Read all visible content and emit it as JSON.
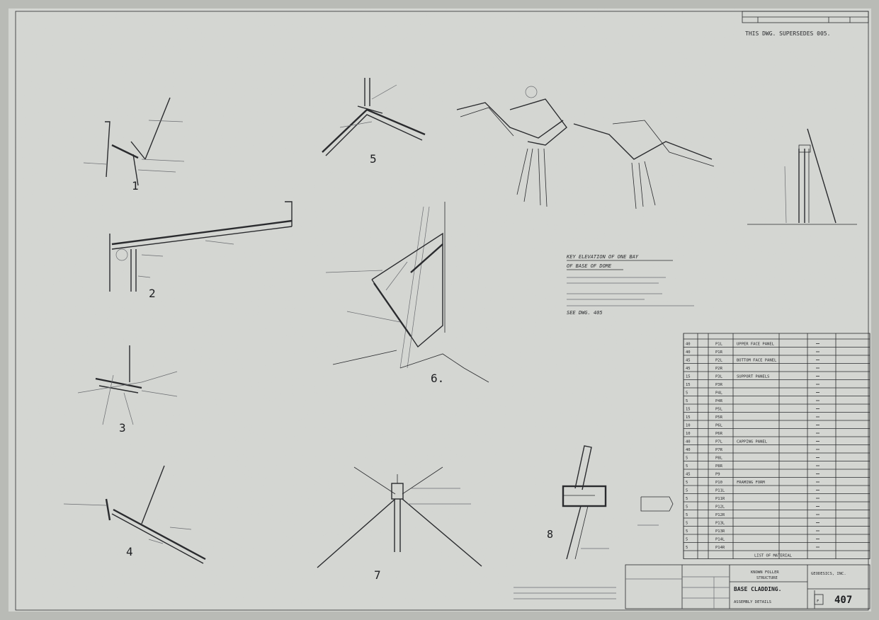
{
  "revision_note": "THIS DWG. SUPERSEDES 005.",
  "details": {
    "d1": "1",
    "d2": "2",
    "d3": "3",
    "d4": "4",
    "d5": "5",
    "d6": "6.",
    "d7": "7",
    "d8": "8"
  },
  "material_list": {
    "rows": [
      {
        "qty": "40",
        "mark": "P1L",
        "desc": "UPPER FACE PANEL"
      },
      {
        "qty": "40",
        "mark": "P1R",
        "desc": ""
      },
      {
        "qty": "45",
        "mark": "P2L",
        "desc": "BOTTOM FACE PANEL"
      },
      {
        "qty": "45",
        "mark": "P2R",
        "desc": ""
      },
      {
        "qty": "15",
        "mark": "P3L",
        "desc": "SUPPORT PANELS"
      },
      {
        "qty": "15",
        "mark": "P3R",
        "desc": ""
      },
      {
        "qty": "5",
        "mark": "P4L",
        "desc": ""
      },
      {
        "qty": "5",
        "mark": "P4R",
        "desc": ""
      },
      {
        "qty": "15",
        "mark": "P5L",
        "desc": ""
      },
      {
        "qty": "15",
        "mark": "P5R",
        "desc": ""
      },
      {
        "qty": "10",
        "mark": "P6L",
        "desc": ""
      },
      {
        "qty": "10",
        "mark": "P6R",
        "desc": ""
      },
      {
        "qty": "40",
        "mark": "P7L",
        "desc": "CAPPING PANEL"
      },
      {
        "qty": "40",
        "mark": "P7R",
        "desc": ""
      },
      {
        "qty": "5",
        "mark": "P8L",
        "desc": ""
      },
      {
        "qty": "5",
        "mark": "P8R",
        "desc": ""
      },
      {
        "qty": "45",
        "mark": "P9",
        "desc": ""
      },
      {
        "qty": "5",
        "mark": "P10",
        "desc": "FRAMING FORM"
      },
      {
        "qty": "5",
        "mark": "P11L",
        "desc": ""
      },
      {
        "qty": "5",
        "mark": "P11R",
        "desc": ""
      },
      {
        "qty": "5",
        "mark": "P12L",
        "desc": ""
      },
      {
        "qty": "5",
        "mark": "P12R",
        "desc": ""
      },
      {
        "qty": "5",
        "mark": "P13L",
        "desc": ""
      },
      {
        "qty": "5",
        "mark": "P13R",
        "desc": ""
      },
      {
        "qty": "5",
        "mark": "P14L",
        "desc": ""
      },
      {
        "qty": "5",
        "mark": "P14R",
        "desc": ""
      }
    ],
    "footer": "LIST OF MATERIAL"
  },
  "title_block": {
    "client": "KNOWN FOLLER",
    "subtitle": "STRUCTURE",
    "title": "BASE CLADDING.",
    "subtitle2": "ASSEMBLY DETAILS",
    "company": "GEODESICS, INC.",
    "sheet_letter": "F",
    "drawing_number": "407"
  },
  "notes": {
    "key_elevation": "KEY ELEVATION OF ONE BAY",
    "of_base": "OF BASE OF DOME",
    "see_dwg": "SEE DWG. 405"
  }
}
